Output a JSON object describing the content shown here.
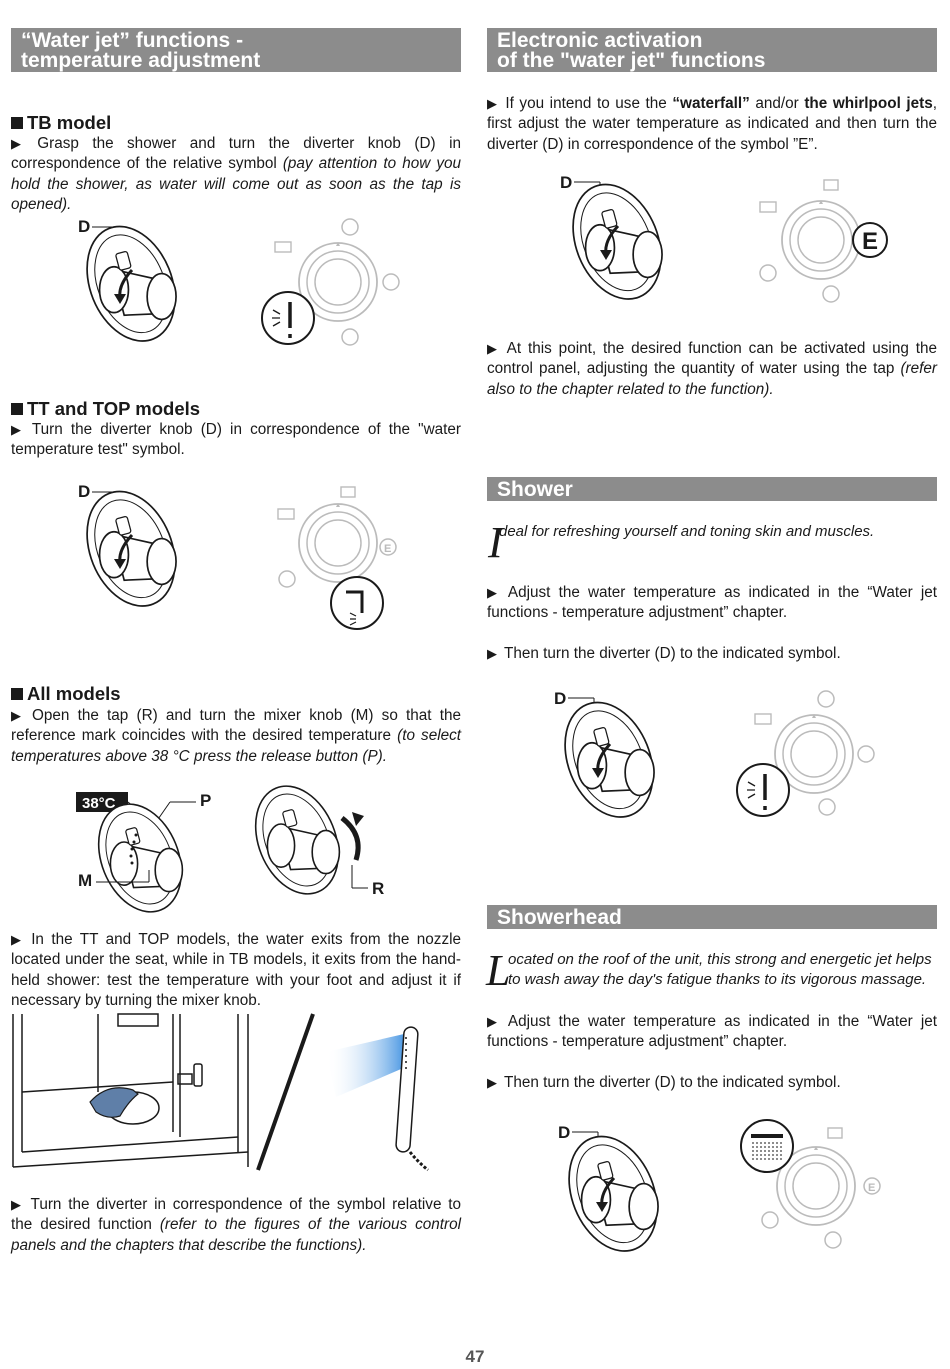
{
  "left": {
    "banner": {
      "line1": "“Water jet” functions -",
      "line2": "temperature adjustment"
    },
    "tb": {
      "title": "TB model",
      "text": "Grasp the shower and turn the diverter knob (D) in correspondence of the relative symbol",
      "italic": "(pay attention to how you hold the shower, as water will come out as soon as the tap is opened)."
    },
    "tt": {
      "title": "TT and TOP models",
      "text": "Turn the diverter knob (D) in correspondence of the \"water temperature test\" symbol."
    },
    "all": {
      "title": "All models",
      "text": "Open the tap (R) and turn the mixer knob (M) so that the reference mark coincides with the desired temperature",
      "italic": "(to select temperatures above 38 °C press the release button (P)."
    },
    "temp_badge": "38°C",
    "nozzle_text": "In the TT and TOP models, the water exits from the nozzle located under the seat, while in TB models, it exits from the hand-held shower: test the temperature with your foot and adjust it if necessary by turning the mixer knob.",
    "turn": {
      "text": "Turn the diverter in correspondence of the symbol relative to the desired function",
      "italic": "(refer to the figures of the various control panels and the chapters that describe the functions)."
    }
  },
  "labels": {
    "d": "D",
    "p": "P",
    "m": "M",
    "r": "R",
    "e": "E"
  },
  "right": {
    "banner": {
      "line1": "Electronic activation",
      "line2": "of the \"water jet\" functions"
    },
    "elec": {
      "pre": "If you intend to use the",
      "b1": "“waterfall”",
      "mid": "and/or",
      "b2": "the whirlpool jets",
      "post": ", first adjust the water temperature as indicated and then turn the diverter (D) in correspondence of the symbol ”E”."
    },
    "point": {
      "text": "At this point, the desired function can be activated using the control panel, adjusting the quantity of water using the tap",
      "italic": "(refer also to the chapter related to the function)."
    },
    "shower": {
      "title": "Shower",
      "cap": "I",
      "intro": "deal for refreshing yourself and toning skin and muscles.",
      "adjust": "Adjust the water temperature as indicated in the “Water jet functions - temperature adjustment” chapter.",
      "then": "Then turn the diverter (D) to the indicated symbol."
    },
    "showerhead": {
      "title": "Showerhead",
      "cap": "L",
      "intro": "ocated on the roof of the unit, this strong and energetic jet helps to wash away the day's fatigue thanks to its vigorous massage.",
      "adjust": "Adjust the water temperature as indicated in the “Water jet functions - temperature adjustment” chapter.",
      "then": "Then turn the diverter (D) to the indicated symbol."
    }
  },
  "page_number": "47"
}
